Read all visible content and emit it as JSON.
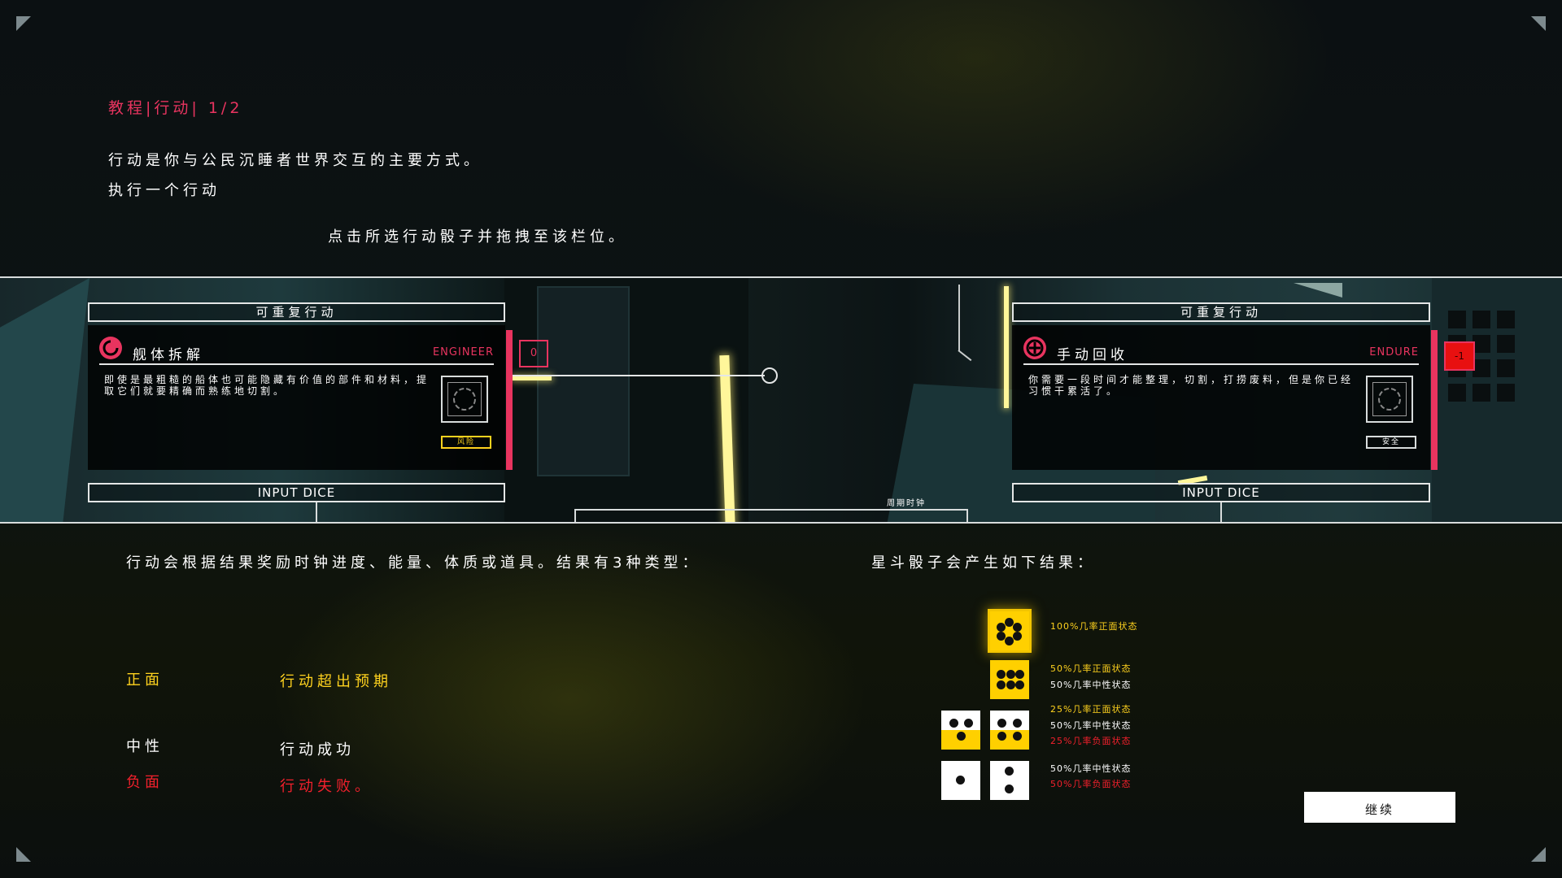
{
  "breadcrumb": "教程|行动| 1/2",
  "intro": {
    "line1": "行动是你与公民沉睡者世界交互的主要方式。",
    "line2": "执行一个行动",
    "hint": "点击所选行动骰子并拖拽至该栏位。"
  },
  "left_card": {
    "header": "可重复行动",
    "title": "舰体拆解",
    "skill": "ENGINEER",
    "description": "即使是最粗糙的船体也可能隐藏有价值的部件和材料，提取它们就要精确而熟练地切割。",
    "badge": "风险",
    "footer": "INPUT DICE",
    "counter": "0"
  },
  "right_card": {
    "header": "可重复行动",
    "title": "手动回收",
    "skill": "ENDURE",
    "description": "你需要一段时间才能整理，切割，打捞废料，但是你已经习惯干累活了。",
    "badge": "安全",
    "footer": "INPUT DICE",
    "counter": "-1"
  },
  "center_label": "周期时钟",
  "summary": "行动会根据结果奖励时钟进度、能量、体质或道具。结果有3种类型：",
  "outcomes": [
    {
      "type": "正面",
      "text": "行动超出预期",
      "color": "#ffd21e"
    },
    {
      "type": "中性",
      "text": "行动成功",
      "color": "#ffffff"
    },
    {
      "type": "负面",
      "text": "行动失败。",
      "color": "#f2202c"
    }
  ],
  "dice_header": "星斗骰子会产生如下结果：",
  "dice_results": {
    "r1": [
      "100%几率正面状态"
    ],
    "r2": [
      "50%几率正面状态",
      "50%几率中性状态"
    ],
    "r3": [
      "25%几率正面状态",
      "50%几率中性状态",
      "25%几率负面状态"
    ],
    "r4": [
      "50%几率中性状态",
      "50%几率负面状态"
    ]
  },
  "colors": {
    "accent_pink": "#e8345f",
    "positive": "#ffd21e",
    "negative": "#f2202c",
    "die_yellow": "#ffd000"
  },
  "continue_label": "继续"
}
